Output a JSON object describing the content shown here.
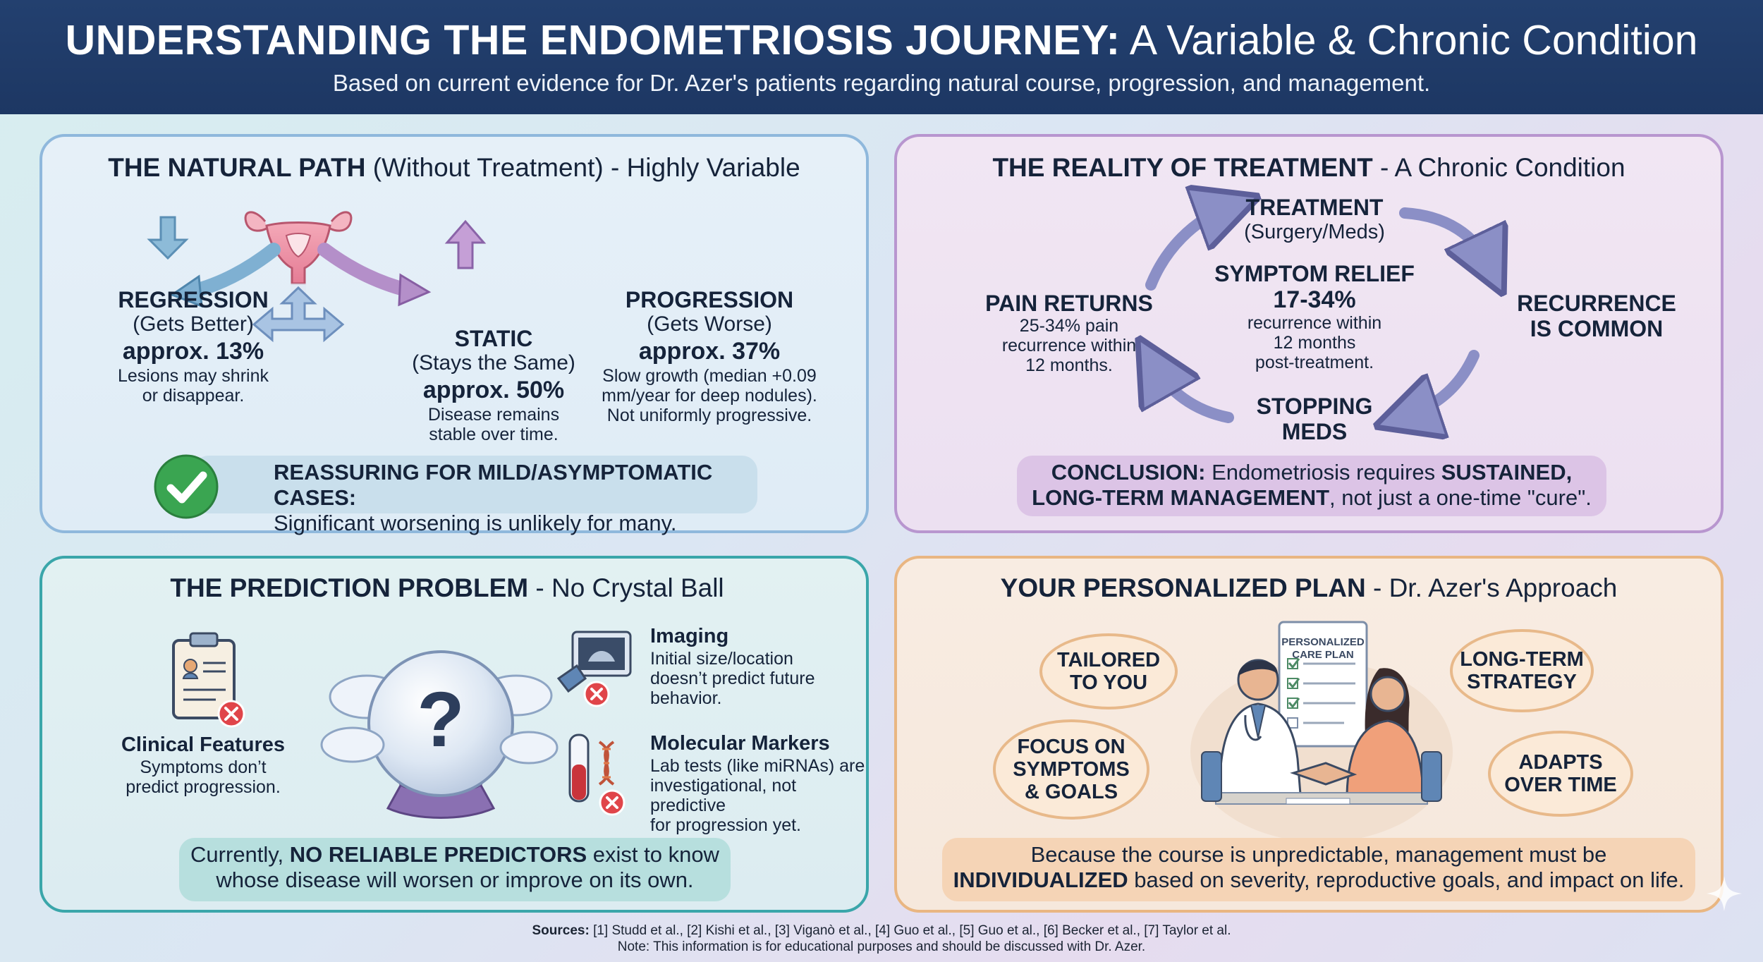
{
  "header": {
    "title_bold": "UNDERSTANDING THE ENDOMETRIOSIS JOURNEY:",
    "title_rest": " A Variable & Chronic Condition",
    "subtitle": "Based on current evidence for Dr. Azer's patients regarding natural course, progression, and management."
  },
  "natural_path": {
    "title_bold": "THE NATURAL PATH",
    "title_rest": " (Without Treatment) - Highly Variable",
    "regression": {
      "label": "REGRESSION",
      "sub": "(Gets Better)",
      "pct": "approx. 13%",
      "desc1": "Lesions may shrink",
      "desc2": "or disappear."
    },
    "static": {
      "label": "STATIC",
      "sub": "(Stays the Same)",
      "pct": "approx. 50%",
      "desc1": "Disease remains",
      "desc2": "stable over time."
    },
    "progression": {
      "label": "PROGRESSION",
      "sub": "(Gets Worse)",
      "pct": "approx. 37%",
      "desc1": "Slow growth (median +0.09",
      "desc2": "mm/year for deep nodules).",
      "desc3": "Not uniformly progressive."
    },
    "callout_bold": "REASSURING FOR MILD/ASYMPTOMATIC CASES:",
    "callout_text": "Significant worsening is unlikely for many."
  },
  "treatment": {
    "title_bold": "THE REALITY OF TREATMENT",
    "title_rest": " - A Chronic Condition",
    "cycle_treatment": "TREATMENT",
    "cycle_treatment_sub": "(Surgery/Meds)",
    "cycle_recurrence1": "RECURRENCE",
    "cycle_recurrence2": "IS COMMON",
    "cycle_stopping1": "STOPPING",
    "cycle_stopping2": "MEDS",
    "pain_title": "PAIN RETURNS",
    "pain_desc1": "25-34% pain",
    "pain_desc2": "recurrence within",
    "pain_desc3": "12 months.",
    "relief_title": "SYMPTOM RELIEF",
    "relief_pct": "17-34%",
    "relief_desc1": "recurrence within",
    "relief_desc2": "12 months",
    "relief_desc3": "post-treatment.",
    "conclusion_bold": "CONCLUSION:",
    "conclusion_text1": " Endometriosis requires ",
    "conclusion_bold2": "SUSTAINED,",
    "conclusion_bold3": "LONG-TERM MANAGEMENT",
    "conclusion_text2": ", not just a one-time \"cure\"."
  },
  "prediction": {
    "title_bold": "THE PREDICTION PROBLEM",
    "title_rest": " - No Crystal Ball",
    "clinical_title": "Clinical Features",
    "clinical_desc1": "Symptoms don’t",
    "clinical_desc2": "predict progression.",
    "imaging_title": "Imaging",
    "imaging_desc1": "Initial size/location",
    "imaging_desc2": "doesn’t predict future",
    "imaging_desc3": "behavior.",
    "markers_title": "Molecular Markers",
    "markers_desc1": "Lab tests (like miRNAs) are",
    "markers_desc2": "investigational, not predictive",
    "markers_desc3": "for progression yet.",
    "callout_text1": "Currently, ",
    "callout_bold": "NO RELIABLE PREDICTORS",
    "callout_text2": " exist to know",
    "callout_line2": "whose disease will worsen or improve on its own."
  },
  "plan": {
    "title_bold": "YOUR PERSONALIZED PLAN",
    "title_rest": " - Dr. Azer's Approach",
    "bubble_tailored1": "TAILORED",
    "bubble_tailored2": "TO YOU",
    "bubble_focus1": "FOCUS ON",
    "bubble_focus2": "SYMPTOMS",
    "bubble_focus3": "& GOALS",
    "bubble_longterm1": "LONG-TERM",
    "bubble_longterm2": "STRATEGY",
    "bubble_adapts1": "ADAPTS",
    "bubble_adapts2": "OVER TIME",
    "card_title1": "PERSONALIZED",
    "card_title2": "CARE PLAN",
    "callout_line1": "Because the course is unpredictable, management must be",
    "callout_bold": "INDIVIDUALIZED",
    "callout_line2": " based on severity, reproductive goals, and impact on life."
  },
  "footer": {
    "sources_label": "Sources:",
    "sources_text": " [1] Studd et al., [2] Kishi et al., [3] Viganò et al., [4] Guo et al., [5] Guo et al., [6] Becker et al., [7] Taylor et al.",
    "note": "Note: This information is for educational purposes and should be discussed with Dr. Azer."
  },
  "colors": {
    "header_bg": "#1d3763",
    "regression_arrow": "#7fb0d2",
    "progression_arrow": "#b48fc9",
    "check_green": "#3aa551",
    "x_red": "#e0454a",
    "cycle_arrow": "#8b8fc6"
  }
}
